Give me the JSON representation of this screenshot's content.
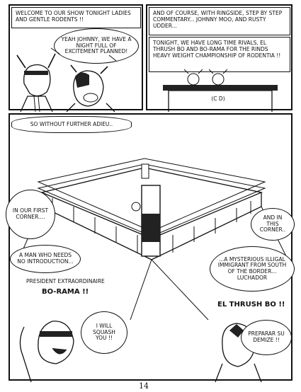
{
  "panel1": {
    "caption": "Welcome to our show tonight ladies and gentle rodents !!",
    "bubble": "Yeah Johnny, we have a night full of excitement planned!"
  },
  "panel2": {
    "caption": "And of course, with ringside, step by step commentary... Johnny Moo, and Rusty Udder...",
    "caption2": "Tonight, we have long time rivals, El Thrush Bo and Bo-Rama for the rinds heavy weight championship of Rodentia !!",
    "table_text": "(c  D)"
  },
  "panel3": {
    "bubble_top": "So without further adieu..",
    "corner_left": "In our first corner....",
    "corner_right": "And in this corner..",
    "intro_left": "A man who needs no introduction...",
    "president": "President Extraordinaire",
    "name_left": "Bo-Rama !!",
    "intro_right": "...A mysterious illigal immigrant from south of the border... Luchador",
    "name_right": "El Thrush Bo !!",
    "quote_left": "I will squash you !!",
    "quote_right": "Preparar su Demize !!"
  },
  "page_number": "14"
}
